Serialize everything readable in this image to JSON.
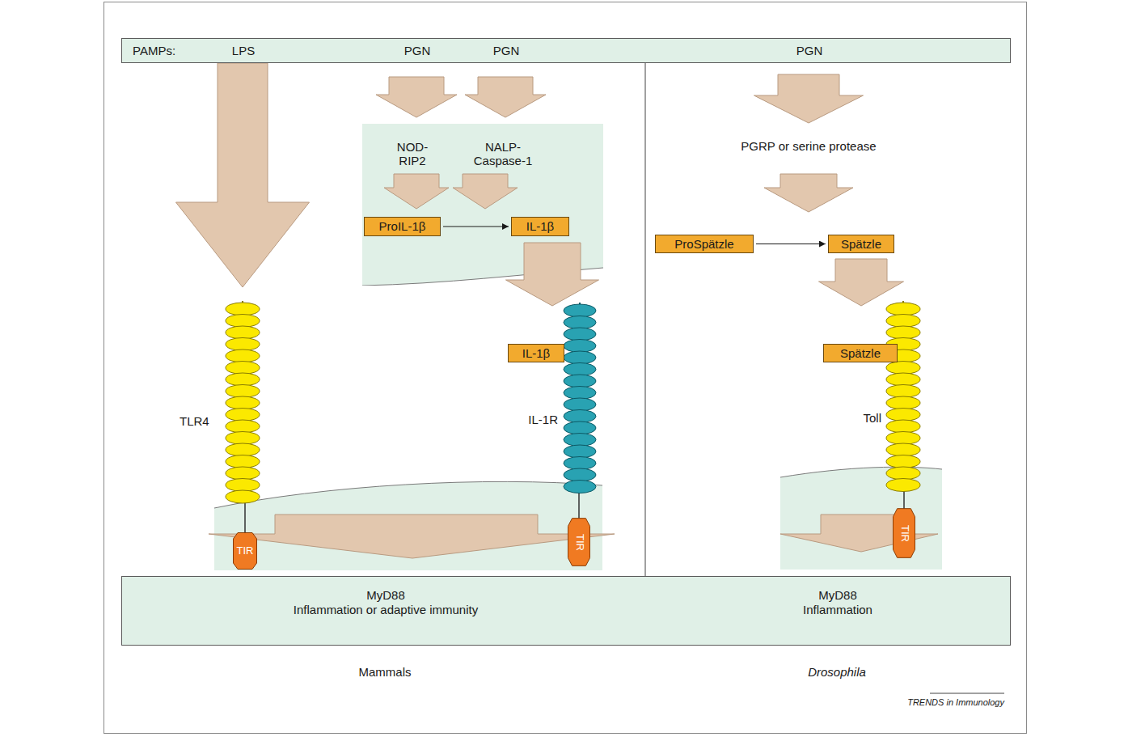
{
  "diagram": {
    "nodes": [
      {
        "text": [
          "PAMPs:",
          "LPS",
          "PGN",
          "PGN",
          "PGN"
        ]
      },
      {
        "text": [
          "NOD- RIP2",
          "NALP- Caspase-1"
        ]
      },
      {
        "text": [
          "ProIL-1β"
        ],
        "in": 1
      },
      {
        "text": [
          "IL-1β"
        ],
        "in": 1
      },
      {
        "text": [
          "ProSpätzle"
        ]
      },
      {
        "text": [
          "Spätzle"
        ]
      },
      {
        "text": [
          "IL-1β"
        ]
      },
      {
        "text": [
          "Spätzle"
        ]
      },
      {
        "text": [
          "TIR"
        ]
      },
      {
        "text": [
          "TIR"
        ]
      },
      {
        "text": [
          "TIR"
        ]
      },
      {
        "text": [
          "MyD88",
          "Inflammation or adaptive immunity",
          "MyD88",
          "Inflammation"
        ]
      }
    ],
    "edges": [
      {
        "from": 2,
        "to": 3,
        "arrow": "to"
      },
      {
        "from": 4,
        "to": 5,
        "arrow": "to"
      }
    ],
    "labels": [
      "TLR4",
      "IL-1R",
      "PGRP or serine protease",
      "Toll",
      "Mammals",
      "Drosophila",
      "TRENDS in Immunology"
    ]
  }
}
